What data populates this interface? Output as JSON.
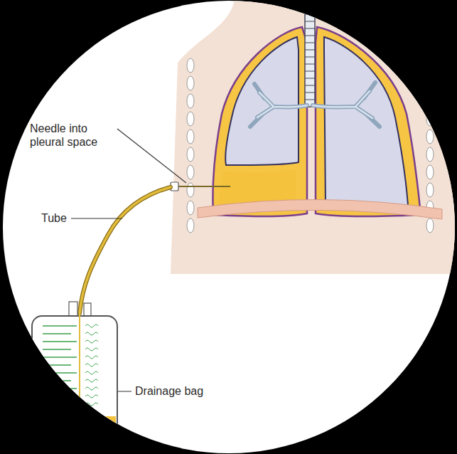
{
  "diagram": {
    "labels": [
      "Needle into pleural space",
      "Tube",
      "Drainage bag"
    ]
  }
}
